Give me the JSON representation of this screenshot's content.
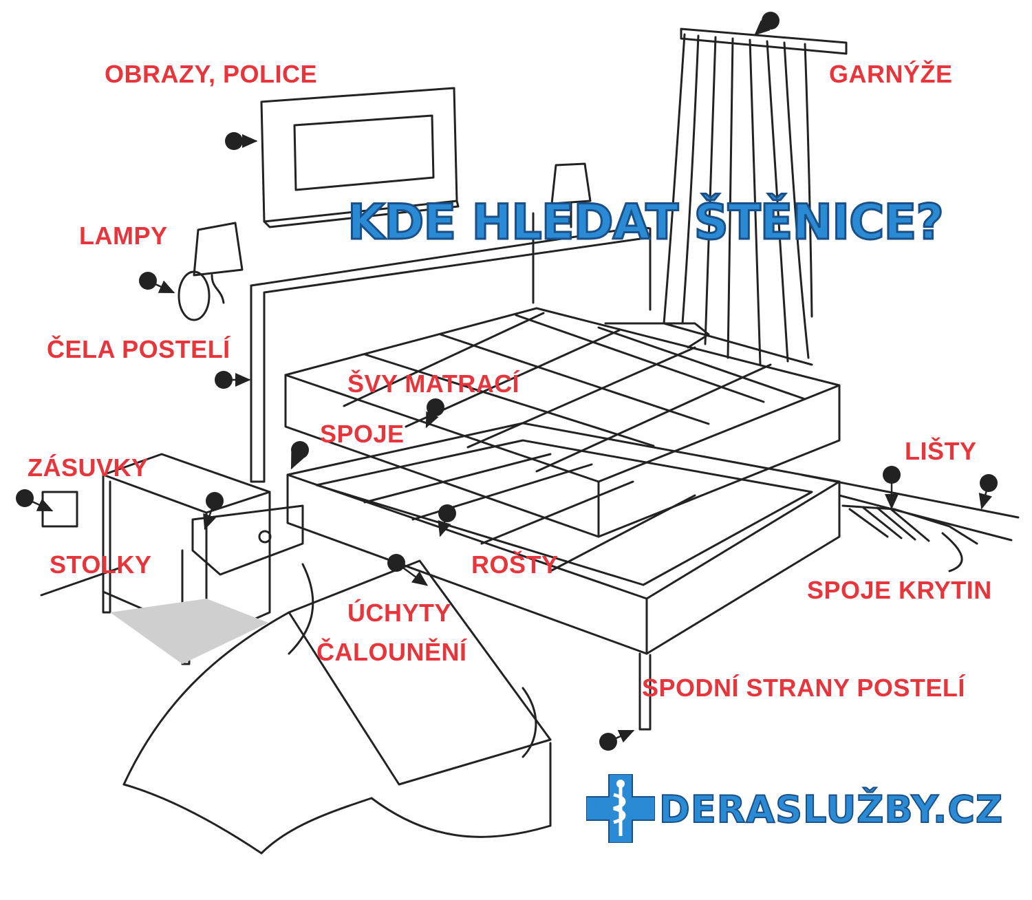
{
  "headline": "KDE HLEDAT ŠTĚNICE?",
  "brand": {
    "name": "DERASLUŽBY.CZ",
    "icon": "medical-cross-snake-icon",
    "color": "#2a8ad4"
  },
  "label_color": "#e8343b",
  "labels": {
    "obrazy": "OBRAZY, POLICE",
    "garnyze": "GARNÝŽE",
    "lampy": "LAMPY",
    "cela": "ČELA POSTELÍ",
    "svy": "ŠVY MATRACÍ",
    "spoje": "SPOJE",
    "lista": "LIŠTY",
    "zasuvky": "ZÁSUVKY",
    "stolky": "STOLKY",
    "rosty": "ROŠTY",
    "spoje_krytin": "SPOJE KRYTIN",
    "uchyty_1": "ÚCHYTY",
    "uchyty_2": "ČALOUNĚNÍ",
    "spodni": "SPODNÍ STRANY POSTELÍ"
  }
}
